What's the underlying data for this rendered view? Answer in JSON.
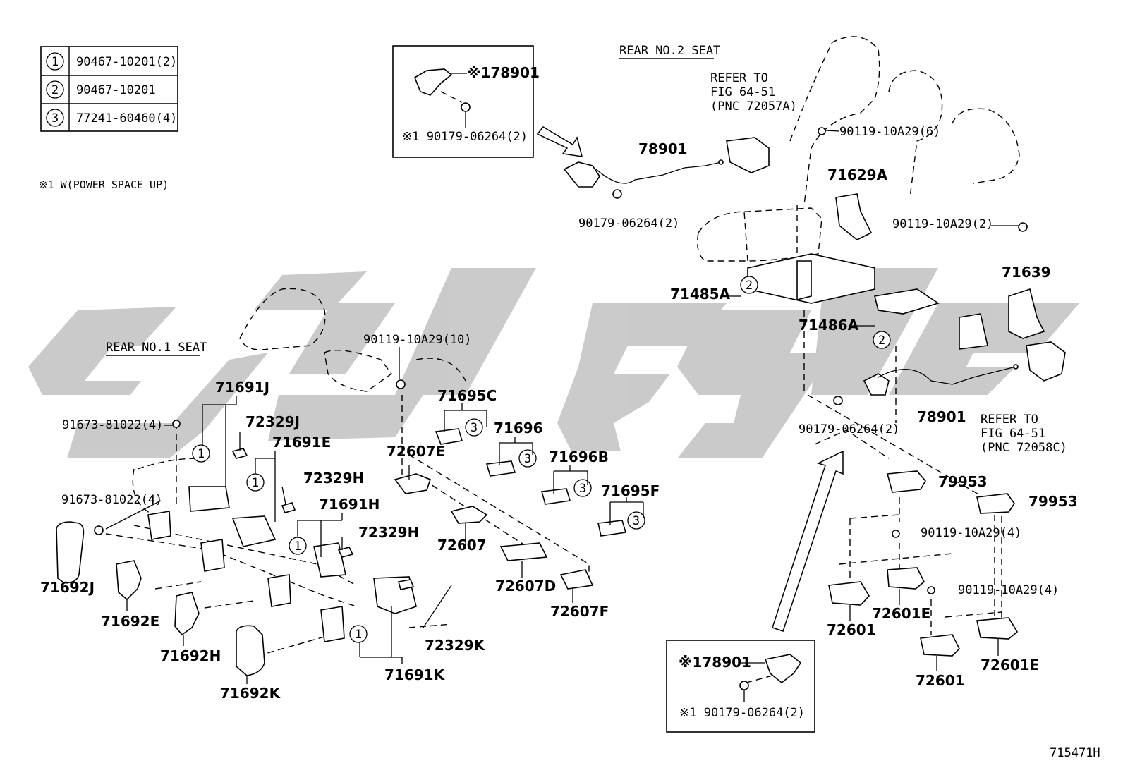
{
  "legend": [
    {
      "key": "1",
      "part": "90467-10201(2)"
    },
    {
      "key": "2",
      "part": "90467-10201"
    },
    {
      "key": "3",
      "part": "77241-60460(4)"
    }
  ],
  "note": "※1 W(POWER SPACE UP)",
  "inset_top": {
    "part": "※178901",
    "bolt": "※1 90179-06264(2)"
  },
  "inset_bottom": {
    "part": "※178901",
    "bolt": "※1 90179-06264(2)"
  },
  "section_rear1": "REAR NO.1 SEAT",
  "section_rear2": "REAR NO.2 SEAT",
  "refer1": [
    "REFER TO",
    "FIG 64-51",
    "(PNC 72057A)"
  ],
  "refer2": [
    "REFER TO",
    "FIG 64-51",
    "(PNC 72058C)"
  ],
  "labels": {
    "p78901_top": "78901",
    "p90179_top": "90179-06264(2)",
    "p90119_6": "90119-10A29(6)",
    "p71629A": "71629A",
    "p90119_2": "90119-10A29(2)",
    "p71639": "71639",
    "p71485A": "71485A",
    "p71486A": "71486A",
    "p78901_mid": "78901",
    "p90179_mid": "90179-06264(2)",
    "p79953_a": "79953",
    "p79953_b": "79953",
    "p90119_4a": "90119-10A29(4)",
    "p90119_4b": "90119-10A29(4)",
    "p72601_a": "72601",
    "p72601E_a": "72601E",
    "p72601_b": "72601",
    "p72601E_b": "72601E",
    "p90119_10": "90119-10A29(10)",
    "p71695C": "71695C",
    "p71696": "71696",
    "p72607E": "72607E",
    "p71696B": "71696B",
    "p71695F": "71695F",
    "p72607": "72607",
    "p72607D": "72607D",
    "p72607F": "72607F",
    "p71691J": "71691J",
    "p72329J": "72329J",
    "p91673_a": "91673-81022(4)",
    "p71691E": "71691E",
    "p72329H_a": "72329H",
    "p91673_b": "91673-81022(4)",
    "p71691H": "71691H",
    "p72329H_b": "72329H",
    "p71692J": "71692J",
    "p71692E": "71692E",
    "p71692H": "71692H",
    "p71692K": "71692K",
    "p72329K": "72329K",
    "p71691K": "71691K"
  },
  "callout": "1",
  "callout2": "2",
  "callout3": "3",
  "figure_id": "715471H"
}
